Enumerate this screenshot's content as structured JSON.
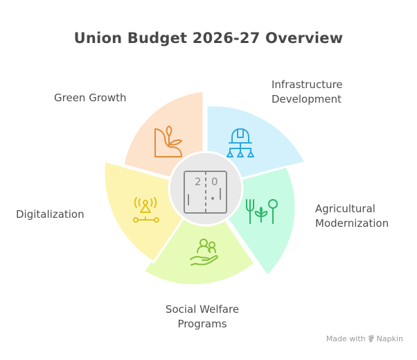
{
  "title": "Union Budget 2026-27 Overview",
  "center": {
    "icon": "scoreboard-icon",
    "digits": [
      "2",
      "0"
    ]
  },
  "segments": [
    {
      "id": "green-growth",
      "label": "Green Growth",
      "label_lines": [
        "Green Growth"
      ],
      "icon": "plant-hill-icon",
      "fill": "#fde3cc",
      "stroke": "#e08a3a"
    },
    {
      "id": "infrastructure",
      "label": "Infrastructure Development",
      "label_lines": [
        "Infrastructure",
        "Development"
      ],
      "icon": "hardhat-network-icon",
      "fill": "#d2f1fc",
      "stroke": "#2aa7e0"
    },
    {
      "id": "agriculture",
      "label": "Agricultural Modernization",
      "label_lines": [
        "Agricultural",
        "Modernization"
      ],
      "icon": "fork-sprout-spoon-icon",
      "fill": "#c8fbe3",
      "stroke": "#2fb56a"
    },
    {
      "id": "social-welfare",
      "label": "Social Welfare Programs",
      "label_lines": [
        "Social Welfare",
        "Programs"
      ],
      "icon": "hand-people-icon",
      "fill": "#e6fbb8",
      "stroke": "#86c03a"
    },
    {
      "id": "digitalization",
      "label": "Digitalization",
      "label_lines": [
        "Digitalization"
      ],
      "icon": "antenna-network-icon",
      "fill": "#fdf4b2",
      "stroke": "#e2c21a"
    }
  ],
  "footer": {
    "made_with": "Made with",
    "brand": "Napkin"
  }
}
